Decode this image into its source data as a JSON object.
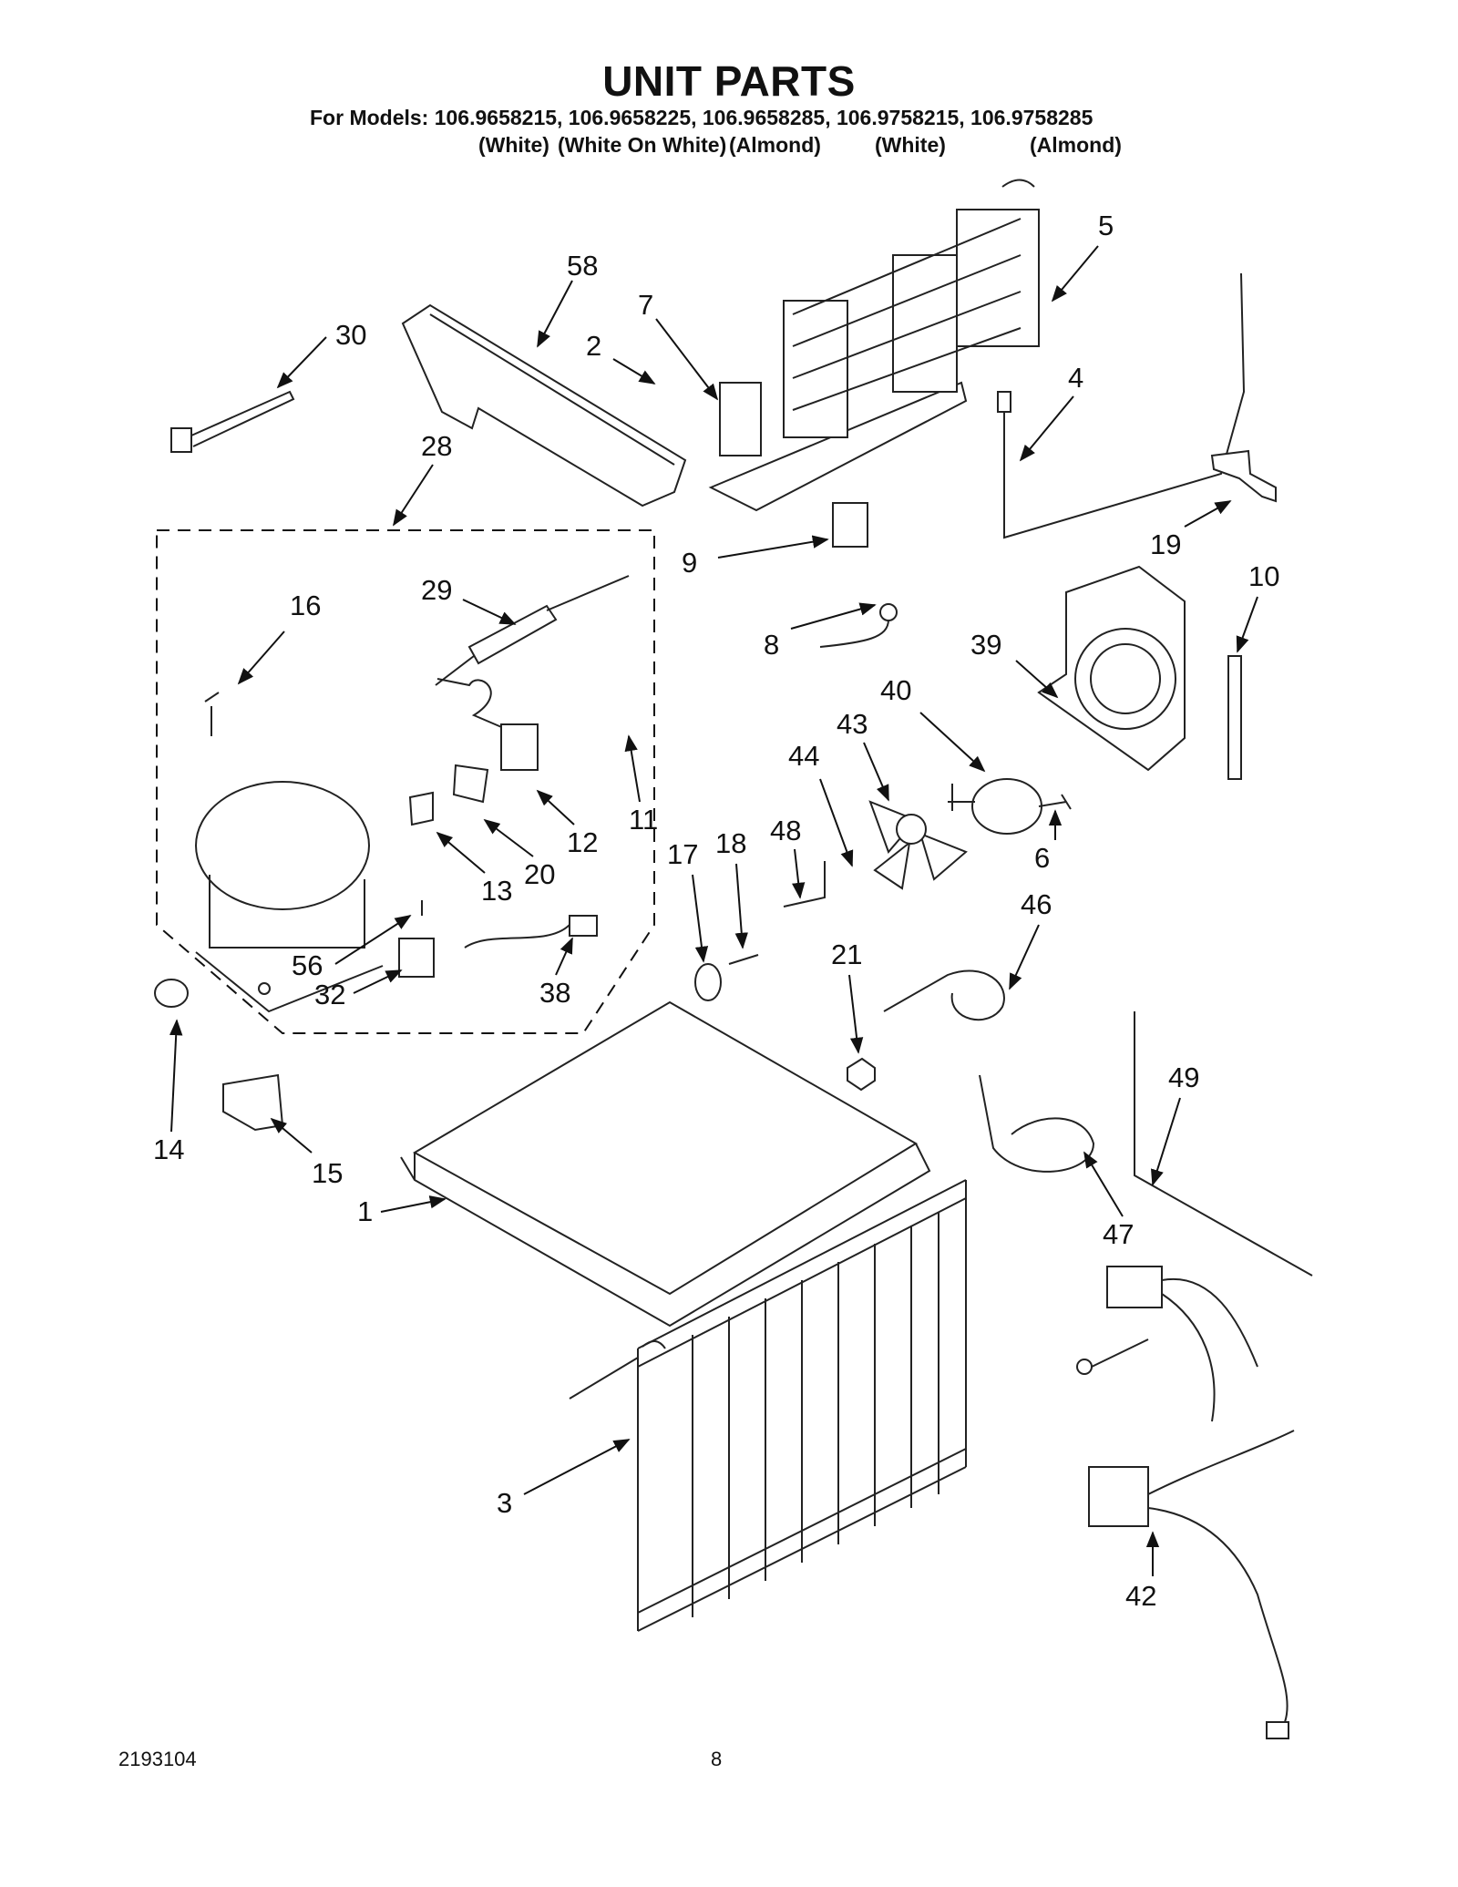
{
  "header": {
    "title": "UNIT PARTS",
    "models_line": "For Models: 106.9658215, 106.9658225, 106.9658285, 106.9758215, 106.9758285",
    "colors": [
      "(White)",
      "(White On White)",
      "(Almond)",
      "(White)",
      "(Almond)"
    ]
  },
  "parts": {
    "p1": "1",
    "p2": "2",
    "p3": "3",
    "p4": "4",
    "p5": "5",
    "p6": "6",
    "p7": "7",
    "p8": "8",
    "p9": "9",
    "p10": "10",
    "p11": "11",
    "p12": "12",
    "p13": "13",
    "p14": "14",
    "p15": "15",
    "p16": "16",
    "p17": "17",
    "p18": "18",
    "p19": "19",
    "p20": "20",
    "p21": "21",
    "p28": "28",
    "p29": "29",
    "p30": "30",
    "p32": "32",
    "p38": "38",
    "p39": "39",
    "p40": "40",
    "p42": "42",
    "p43": "43",
    "p44": "44",
    "p46": "46",
    "p47": "47",
    "p48": "48",
    "p49": "49",
    "p56": "56",
    "p58": "58"
  },
  "footer": {
    "doc_number": "2193104",
    "page_number": "8"
  }
}
